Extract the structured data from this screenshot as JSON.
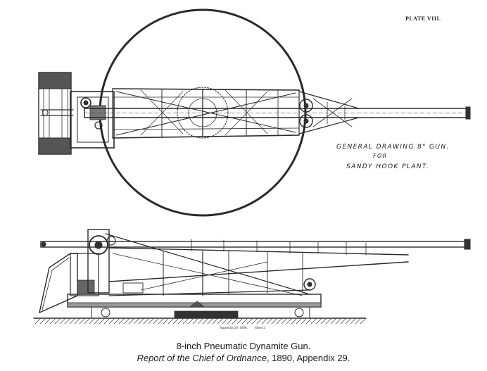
{
  "plate": "PLATE VIII.",
  "drawing_note": {
    "line1": "GENERAL DRAWING 8\" GUN.",
    "line2": "FOR",
    "line3": "SANDY HOOK PLANT."
  },
  "small_refs": {
    "left": "Appendix 29, 1890.",
    "right": "Sheet 2"
  },
  "caption": {
    "line1": "8-inch Pneumatic Dynamite Gun.",
    "line2_italic": "Report of the Chief of Ordnance",
    "line2_rest": ", 1890, Appendix 29."
  }
}
